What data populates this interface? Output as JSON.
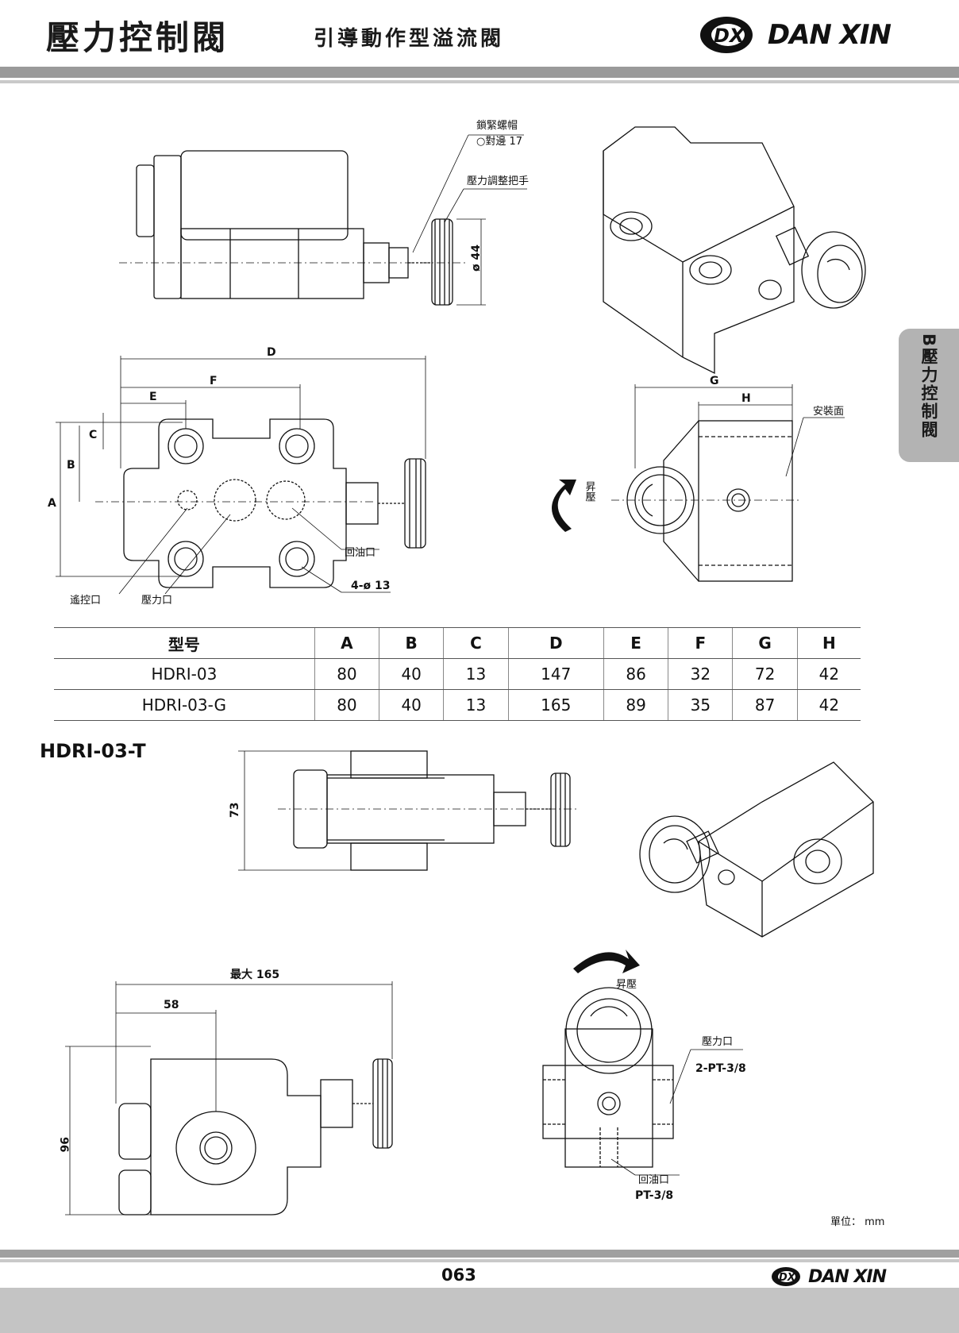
{
  "header": {
    "title_main": "壓力控制閥",
    "title_sub": "引導動作型溢流閥",
    "brand_logo": "DX",
    "brand_name": "DAN XIN"
  },
  "side_tab": {
    "label": "B壓力控制閥"
  },
  "drawing_labels": {
    "lock_nut": "鎖緊螺帽",
    "lock_nut_size": "○對邊 17",
    "adjust_knob": "壓力調整把手",
    "dia44": "ø 44",
    "dim_d": "D",
    "dim_f": "F",
    "dim_e": "E",
    "dim_c": "C",
    "dim_b": "B",
    "dim_a": "A",
    "dim_g": "G",
    "dim_h": "H",
    "mount_face": "安裝面",
    "raise_pressure": "昇壓",
    "return_port": "回油口",
    "holes": "4-ø 13",
    "remote_port": "遙控口",
    "pressure_port": "壓力口",
    "dim_73": "73",
    "max165": "最大 165",
    "dim_58": "58",
    "dim_96": "96",
    "raise_pressure2": "昇壓",
    "pressure_port2": "壓力口",
    "pressure_port2_spec": "2-PT-3/8",
    "return_port2": "回油口",
    "return_port2_spec": "PT-3/8"
  },
  "table": {
    "headers": [
      "型号",
      "A",
      "B",
      "C",
      "D",
      "E",
      "F",
      "G",
      "H"
    ],
    "rows": [
      [
        "HDRI-03",
        "80",
        "40",
        "13",
        "147",
        "86",
        "32",
        "72",
        "42"
      ],
      [
        "HDRI-03-G",
        "80",
        "40",
        "13",
        "165",
        "89",
        "35",
        "87",
        "42"
      ]
    ]
  },
  "model_t": "HDRI-03-T",
  "unit": "單位： mm",
  "footer": {
    "page_number": "063",
    "brand_logo": "DX",
    "brand_name": "DAN XIN"
  }
}
